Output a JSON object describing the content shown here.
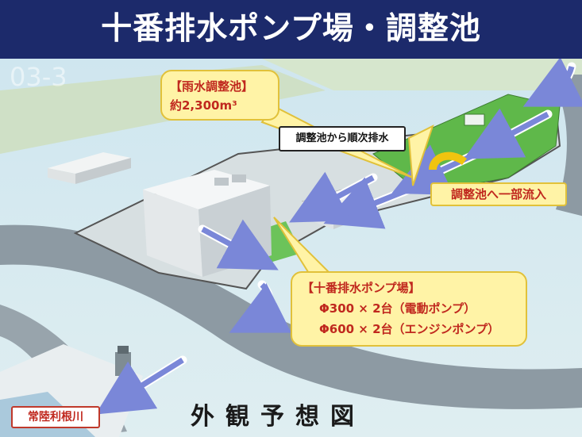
{
  "header": {
    "title": "十番排水ポンプ場・調整池"
  },
  "watermark": "03-3",
  "callouts": {
    "rain_pond": {
      "title": "【雨水調整池】",
      "volume": "約2,300m³"
    },
    "drain_from_pond": "調整池から順次排水",
    "partial_inflow": "調整池へ一部流入",
    "pump_station": {
      "title": "【十番排水ポンプ場】",
      "electric": "Φ300 × 2台（電動ポンプ）",
      "engine": "Φ600 × 2台（エンジンポンプ）"
    },
    "river": "常陸利根川"
  },
  "caption": "外観予想図",
  "colors": {
    "title_bar": "#1c2a6b",
    "callout_fill": "#fff3a6",
    "callout_text": "#c0281e",
    "flow_arrow": "#7a87d8",
    "inflow_arrow": "#f1c40f",
    "grass": "#5fb84a",
    "road": "#8d9aa3"
  }
}
